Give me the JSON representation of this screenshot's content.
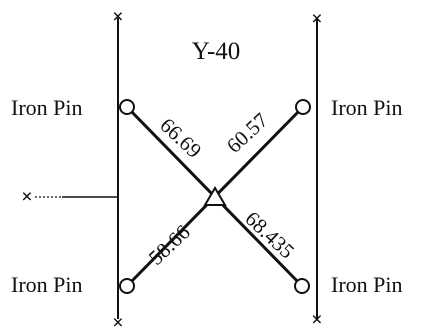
{
  "diagram": {
    "title": "Y-40",
    "pins": [
      {
        "id": "top-left",
        "label": "Iron Pin"
      },
      {
        "id": "top-right",
        "label": "Iron Pin"
      },
      {
        "id": "bottom-left",
        "label": "Iron Pin"
      },
      {
        "id": "bottom-right",
        "label": "Iron Pin"
      }
    ],
    "distances": {
      "top_left": "66.69",
      "top_right": "60.57",
      "bottom_left": "58.66",
      "bottom_right": "68.435"
    },
    "markers": {
      "cross": "×",
      "center_symbol": "triangle-icon",
      "pin_symbol": "circle-icon"
    },
    "colors": {
      "ink": "#111111",
      "background": "#ffffff"
    }
  }
}
